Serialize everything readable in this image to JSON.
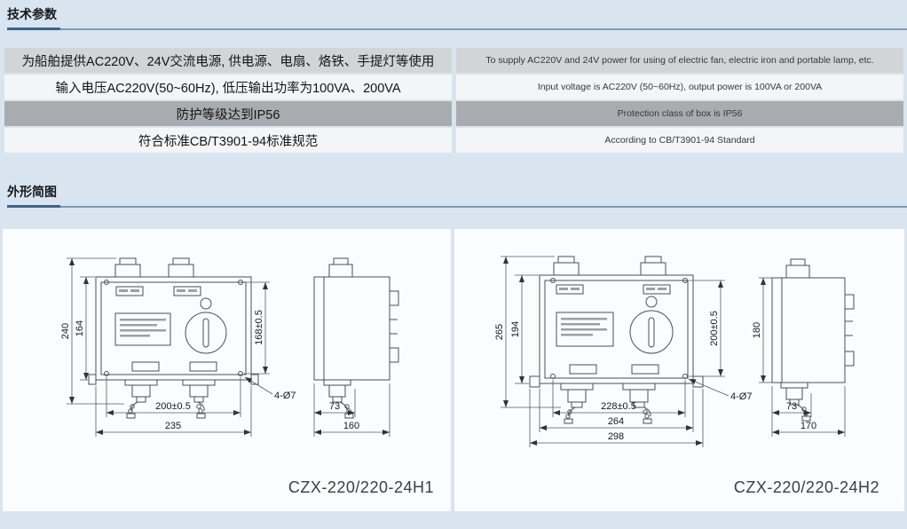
{
  "page": {
    "bg_color": "#d9e4f1",
    "accent_color": "#3c6389",
    "rule_color": "#7e9ab6",
    "row_shades": [
      "#d2d4d6",
      "#f4f5f6",
      "#a9acaf",
      "#f4f5f6"
    ]
  },
  "tech_params": {
    "title": "技术参数",
    "rows": [
      {
        "zh": "为船舶提供AC220V、24V交流电源, 供电源、电扇、烙铁、手提灯等使用",
        "en": "To supply AC220V and 24V power for using of electric fan, electric iron and portable lamp, etc."
      },
      {
        "zh": "输入电压AC220V(50~60Hz), 低压输出功率为100VA、200VA",
        "en": "Input voltage is AC220V (50~60Hz), output power is 100VA or 200VA"
      },
      {
        "zh": "防护等级达到IP56",
        "en": "Protection class of box is IP56"
      },
      {
        "zh": "符合标准CB/T3901-94标准规范",
        "en": "According to CB/T3901-94 Standard"
      }
    ]
  },
  "outline": {
    "title": "外形简图",
    "left_drawing": {
      "model": "CZX-220/220-24H1",
      "dims": {
        "total_height": "240",
        "box_height": "164",
        "hole_v_spacing": "168±0.5",
        "mount_holes": "4-Ø7",
        "hole_h_spacing": "200±0.5",
        "box_width": "235",
        "side_front": "73",
        "side_depth": "160"
      }
    },
    "right_drawing": {
      "model": "CZX-220/220-24H2",
      "dims": {
        "total_height": "265",
        "box_height": "194",
        "hole_v_spacing": "200±0.5",
        "side_height": "180",
        "mount_holes": "4-Ø7",
        "hole_h_spacing": "228±0.5",
        "box_width": "264",
        "overall_width": "298",
        "side_front": "73",
        "side_depth": "170"
      }
    }
  }
}
